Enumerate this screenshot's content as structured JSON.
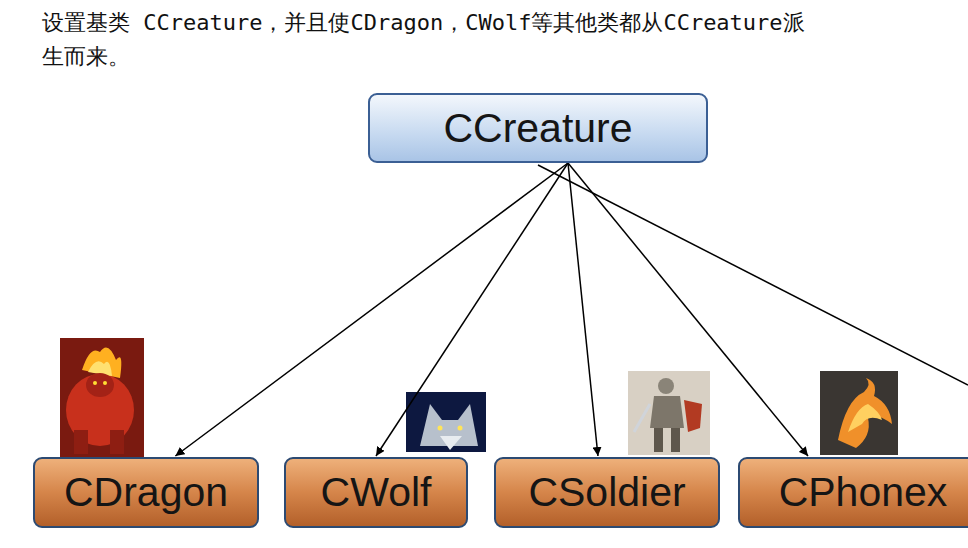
{
  "diagram": {
    "title": "设置基类 CCreature，并且使CDragon，CWolf等其他类都从CCreature派生而来。",
    "nodes": [
      {
        "text": [
          "CCreature"
        ]
      },
      {
        "text": [
          "CDragon"
        ]
      },
      {
        "text": [
          "CWolf"
        ]
      },
      {
        "text": [
          "CSoldier"
        ]
      },
      {
        "text": [
          "CPhonex"
        ]
      }
    ],
    "edges": [
      {
        "from": 0,
        "to": 1,
        "arrow": "to"
      },
      {
        "from": 0,
        "to": 2,
        "arrow": "to"
      },
      {
        "from": 0,
        "to": 3,
        "arrow": "to"
      },
      {
        "from": 0,
        "to": 4,
        "arrow": "to"
      }
    ]
  }
}
